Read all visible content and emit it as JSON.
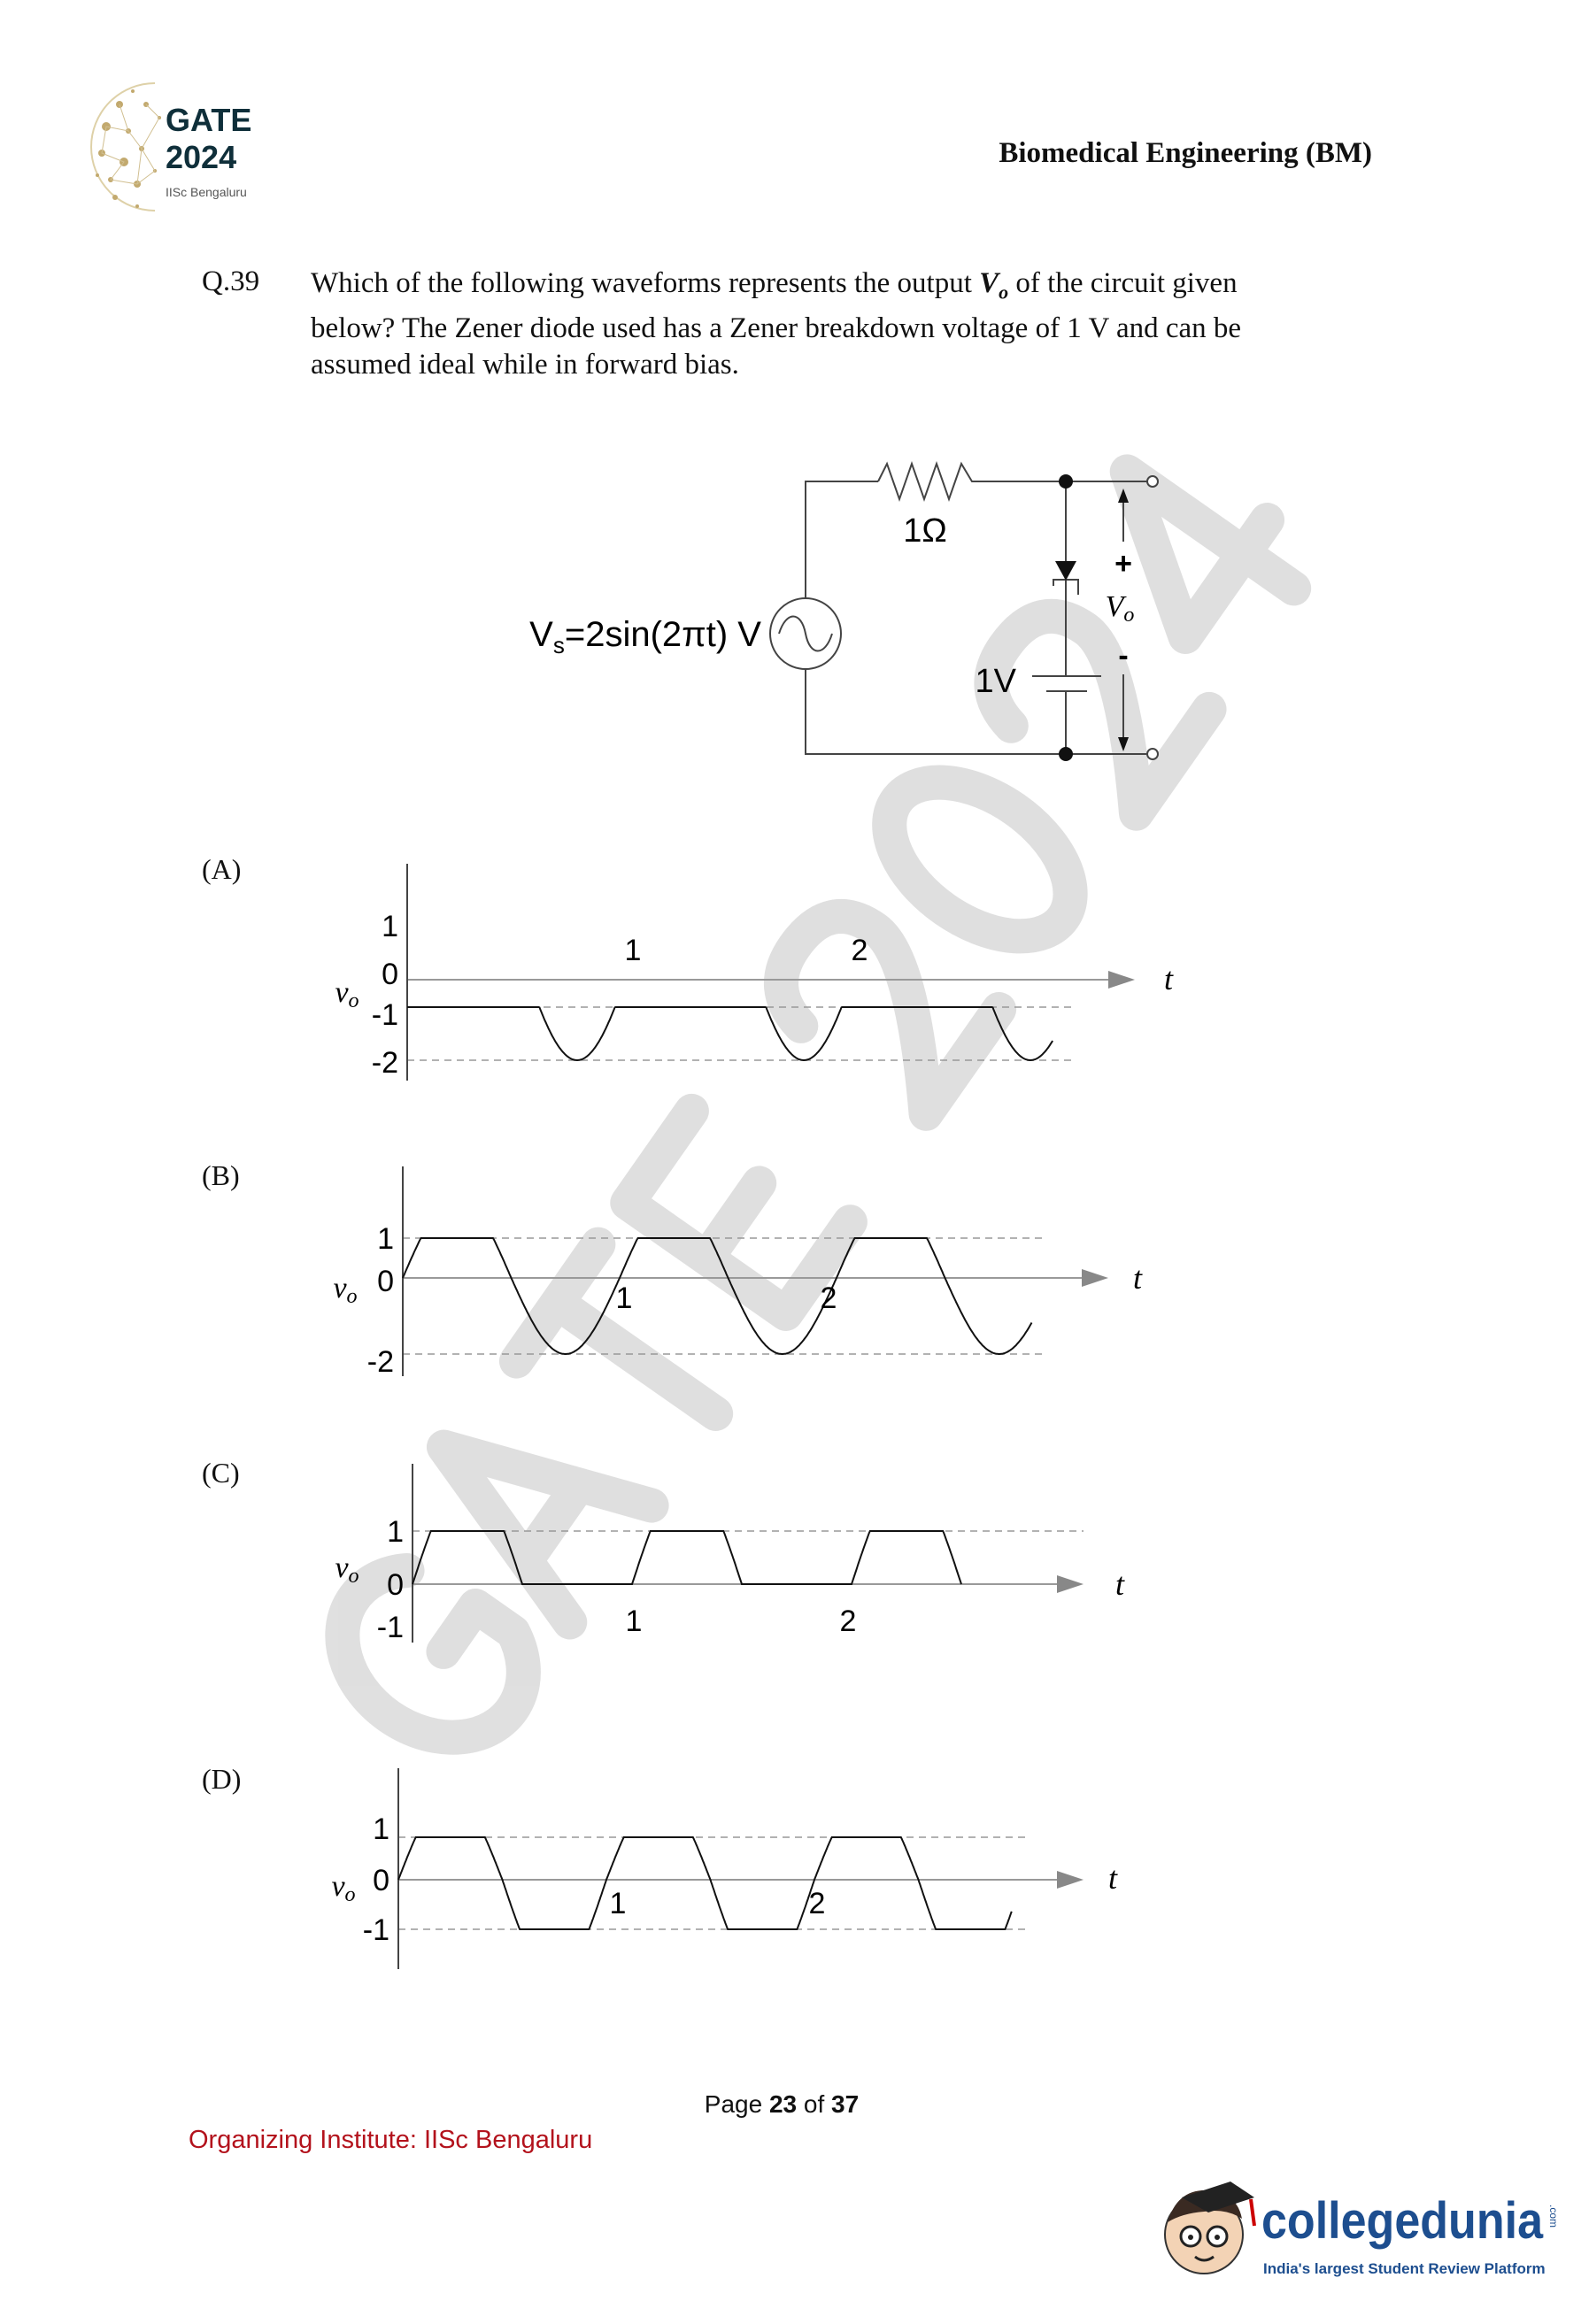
{
  "header": {
    "logo_title": "GATE",
    "logo_year": "2024",
    "logo_sub": "IISc Bengaluru",
    "subject": "Biomedical Engineering (BM)"
  },
  "question": {
    "number": "Q.39",
    "line1_before": "Which of the following waveforms represents the output ",
    "vo": "V",
    "vo_sub": "o",
    "line1_after": " of the circuit given",
    "line2": "below? The Zener diode used has a Zener breakdown voltage of 1 V and can be",
    "line3": "assumed ideal while in forward bias."
  },
  "circuit": {
    "source_v": "V",
    "source_sub": "s",
    "source_expr": "=2sin(2πt) V",
    "resistor": "1Ω",
    "battery": "1V",
    "plus": "+",
    "minus": "-",
    "vo": "V",
    "vo_sub": "o"
  },
  "watermark": "GATE 2024",
  "chart_data": [
    {
      "option": "(A)",
      "type": "line",
      "title": "",
      "ylabel": "Vo",
      "xlabel": "t",
      "yticks": [
        "1",
        "0",
        "-1",
        "-2"
      ],
      "xticks": [
        "1",
        "2"
      ],
      "function": "2sin(2πt)",
      "amplitude": 2,
      "clip_min": -2,
      "clip_max": -1,
      "x_range": [
        0,
        2.85
      ],
      "dashed_levels": [
        -1,
        -2
      ]
    },
    {
      "option": "(B)",
      "type": "line",
      "title": "",
      "ylabel": "Vo",
      "xlabel": "t",
      "yticks": [
        "1",
        "0",
        "-2"
      ],
      "xticks": [
        "1",
        "2"
      ],
      "function": "2sin(2πt)",
      "amplitude": 2,
      "clip_min": -2,
      "clip_max": 1,
      "x_range": [
        0,
        2.9
      ],
      "dashed_levels": [
        1,
        -2
      ]
    },
    {
      "option": "(C)",
      "type": "line",
      "title": "",
      "ylabel": "Vo",
      "xlabel": "t",
      "yticks": [
        "1",
        "0",
        "-1"
      ],
      "xticks": [
        "1",
        "2"
      ],
      "function": "2sin(2πt)",
      "amplitude": 2,
      "clip_min": 0,
      "clip_max": 1,
      "x_range": [
        0,
        2.5
      ],
      "dashed_levels": [
        1
      ]
    },
    {
      "option": "(D)",
      "type": "line",
      "title": "",
      "ylabel": "Vo",
      "xlabel": "t",
      "yticks": [
        "1",
        "0",
        "-1"
      ],
      "xticks": [
        "1",
        "2"
      ],
      "function": "2sin(2πt)",
      "amplitude": 2,
      "clip_min": -1,
      "clip_max": 1,
      "x_range": [
        0,
        2.95
      ],
      "dashed_levels": [
        1,
        -1
      ]
    }
  ],
  "footer": {
    "page_prefix": "Page ",
    "page": "23",
    "of": " of ",
    "total": "37",
    "institute": "Organizing Institute: IISc Bengaluru"
  },
  "brand": {
    "name": "collegedunia",
    "com": ".com",
    "tagline": "India's largest Student Review Platform"
  },
  "colors": {
    "institute": "#b3121c",
    "brand_blue": "#1d4e8f",
    "logo_gold": "#b89b55",
    "logo_dark": "#0f2f3a"
  }
}
